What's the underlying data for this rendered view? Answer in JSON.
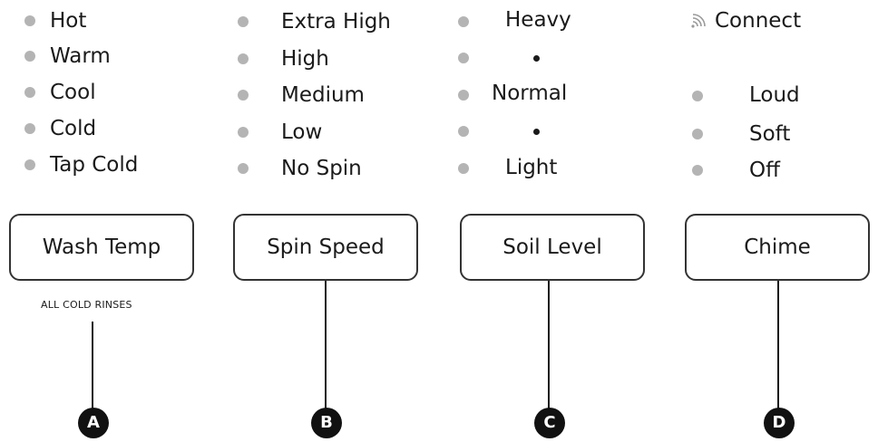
{
  "wash_temp": {
    "options": [
      "Hot",
      "Warm",
      "Cool",
      "Cold",
      "Tap Cold"
    ],
    "button_label": "Wash Temp",
    "note": "ALL COLD RINSES",
    "marker": "A"
  },
  "spin_speed": {
    "options": [
      "Extra High",
      "High",
      "Medium",
      "Low",
      "No Spin"
    ],
    "button_label": "Spin Speed",
    "marker": "B"
  },
  "soil_level": {
    "options": [
      "Heavy",
      "Normal",
      "Light"
    ],
    "button_label": "Soil Level",
    "marker": "C"
  },
  "chime": {
    "connect_label": "Connect",
    "options": [
      "Loud",
      "Soft",
      "Off"
    ],
    "button_label": "Chime",
    "marker": "D"
  },
  "colors": {
    "indicator": "#b4b4b4",
    "ink": "#1a1a1a",
    "marker_fill": "#111111"
  },
  "icons": {
    "connect": "wifi-signal-icon",
    "indicator": "indicator-light-dot"
  }
}
